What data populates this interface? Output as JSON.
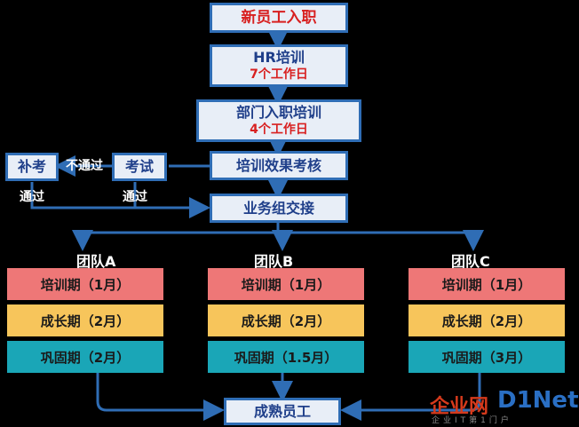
{
  "flow": {
    "onboarding": "新员工入职",
    "hr_training": {
      "title": "HR培训",
      "duration": "7个工作日"
    },
    "dept_training": {
      "title": "部门入职培训",
      "duration": "4个工作日"
    },
    "assessment": "培训效果考核",
    "exam": "考试",
    "makeup": "补考",
    "fail": "不通过",
    "pass_left": "通过",
    "pass_right": "通过",
    "handover": "业务组交接",
    "mature": "成熟员工"
  },
  "teams": [
    {
      "name": "团队A",
      "phases": [
        "培训期（1月）",
        "成长期（2月）",
        "巩固期（2月）"
      ]
    },
    {
      "name": "团队B",
      "phases": [
        "培训期（1月）",
        "成长期（2月）",
        "巩固期（1.5月）"
      ]
    },
    {
      "name": "团队C",
      "phases": [
        "培训期（1月）",
        "成长期（2月）",
        "巩固期（3月）"
      ]
    }
  ],
  "watermark": {
    "cn": "企业网",
    "brand": "D1Net",
    "slogan": "企业IT第1门户"
  },
  "colors": {
    "line": "#2f6db5",
    "phase1": "#ee7777",
    "phase2": "#f7c55b",
    "phase3": "#1aa6b7"
  }
}
